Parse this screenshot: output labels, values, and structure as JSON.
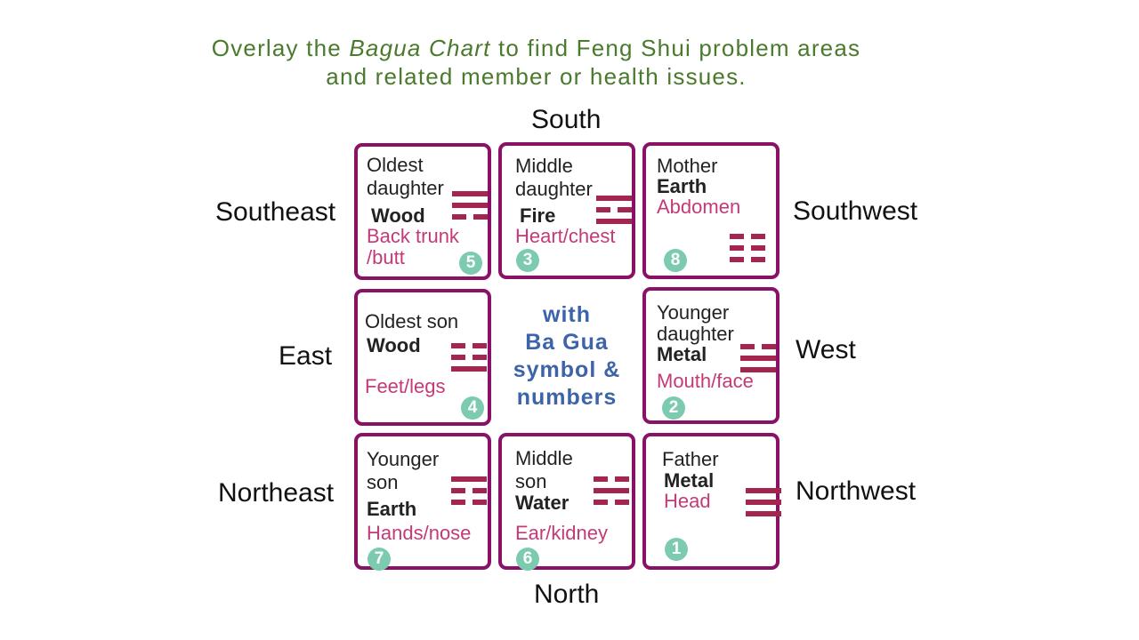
{
  "title": {
    "line1_before": "Overlay the",
    "line1_italic": "Bagua Chart",
    "line1_after": "to find Feng Shui problem areas",
    "line2": "and related member or health issues."
  },
  "directions": {
    "south": "South",
    "north": "North",
    "east": "East",
    "west": "West",
    "southeast": "Southeast",
    "southwest": "Southwest",
    "northeast": "Northeast",
    "northwest": "Northwest"
  },
  "center": {
    "line1": "with",
    "line2": "Ba Gua",
    "line3": "symbol &",
    "line4": "numbers"
  },
  "cells": {
    "southeast": {
      "member1": "Oldest",
      "member2": "daughter",
      "element": "Wood",
      "body1": "Back trunk",
      "body2": "/butt",
      "number": "5",
      "trigram": [
        1,
        1,
        0
      ]
    },
    "south": {
      "member1": "Middle",
      "member2": "daughter",
      "element": "Fire",
      "body": "Heart/chest",
      "number": "3",
      "trigram": [
        1,
        0,
        1
      ]
    },
    "southwest": {
      "member": "Mother",
      "element": "Earth",
      "body": "Abdomen",
      "number": "8",
      "trigram": [
        0,
        0,
        0
      ]
    },
    "east": {
      "member": "Oldest son",
      "element": "Wood",
      "body": "Feet/legs",
      "number": "4",
      "trigram": [
        0,
        0,
        1
      ]
    },
    "west": {
      "member1": "Younger",
      "member2": "daughter",
      "element": "Metal",
      "body": "Mouth/face",
      "number": "2",
      "trigram": [
        0,
        1,
        1
      ]
    },
    "northeast": {
      "member1": "Younger",
      "member2": "son",
      "element": "Earth",
      "body": "Hands/nose",
      "number": "7",
      "trigram": [
        1,
        0,
        0
      ]
    },
    "north": {
      "member1": "Middle",
      "member2": "son",
      "element": "Water",
      "body": "Ear/kidney",
      "number": "6",
      "trigram": [
        0,
        1,
        0
      ]
    },
    "northwest": {
      "member": "Father",
      "element": "Metal",
      "body": "Head",
      "number": "1",
      "trigram": [
        1,
        1,
        1
      ]
    }
  },
  "colors": {
    "title": "#4a7a2c",
    "cell_border": "#8a1266",
    "body_text": "#c43a78",
    "center_text": "#3d64a8",
    "trigram": "#a3264f",
    "number_badge": "#7ccbb0"
  }
}
